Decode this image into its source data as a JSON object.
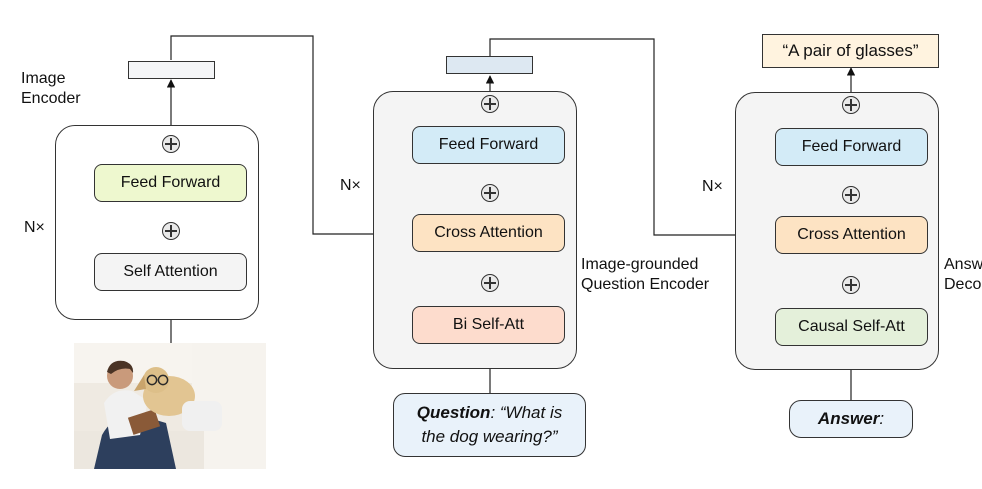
{
  "image_encoder": {
    "title": "Image",
    "title_line2": "Encoder",
    "repeat": "N×",
    "blocks": {
      "feed_forward": "Feed Forward",
      "self_attention": "Self Attention"
    }
  },
  "question_encoder": {
    "title": "Image-grounded",
    "title_line2": "Question Encoder",
    "repeat": "N×",
    "blocks": {
      "feed_forward": "Feed Forward",
      "cross_attention": "Cross Attention",
      "self_att": "Bi Self-Att"
    },
    "input": {
      "bold_part": "Question",
      "rest_line1": ": “What is",
      "line2": "the dog wearing?”"
    }
  },
  "answer_decoder": {
    "title": "Answ",
    "title_line2": "Deco",
    "repeat": "N×",
    "blocks": {
      "feed_forward": "Feed Forward",
      "cross_attention": "Cross Attention",
      "self_att": "Causal Self-Att"
    },
    "input": {
      "bold_part": "Answer",
      "rest": ":"
    },
    "output": "“A pair of glasses”"
  },
  "colors": {
    "feed_forward_green": "#eef8cf",
    "feed_forward_blue": "#d3ebf7",
    "attention_orange": "#fde3c3",
    "bi_self_att": "#fddccd",
    "causal_self_att": "#e4f0da",
    "self_attention_gray": "#f4f4f4",
    "stack_bg": "#f4f4f4",
    "image_token": "#f4f5f7",
    "question_token": "#dde8f2"
  }
}
